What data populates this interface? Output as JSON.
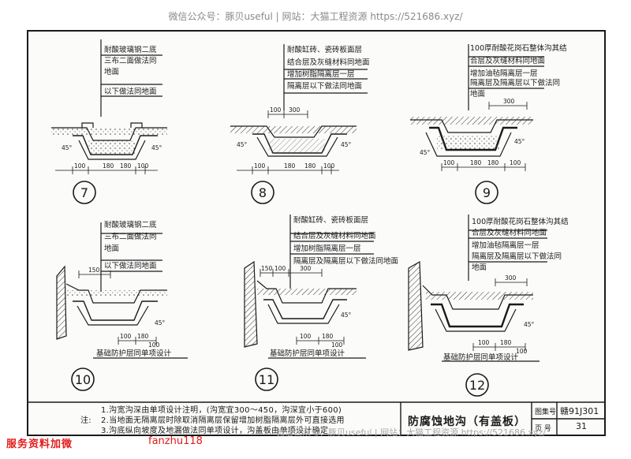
{
  "watermark_top": "微信公众号：豚贝useful  |  网站：大猫工程资源 https://521686.xyz/",
  "details": [
    {
      "number": "7",
      "labels": [
        "耐酸玻璃钢二底",
        "三布二面做法同",
        "地面",
        "以下做法同地面"
      ],
      "dims": [
        "100",
        "180",
        "180",
        "100"
      ],
      "angles": [
        "45°",
        "45°"
      ]
    },
    {
      "number": "8",
      "labels": [
        "耐酸缸砖、瓷砖板面层",
        "结合层及灰缝材料同地面",
        "增加树脂隔离层一层",
        "隔离层以下做法同地面"
      ],
      "dims": [
        "100",
        "300",
        "100",
        "180",
        "180",
        "100"
      ],
      "angles": [
        "45°",
        "45°"
      ]
    },
    {
      "number": "9",
      "labels": [
        "100厚耐酸花岗石整体沟其结",
        "合层及灰缝材料同地面",
        "增加油毡隔离层一层",
        "隔离层及隔离层以下做法同",
        "地面"
      ],
      "dims": [
        "300",
        "100",
        "180",
        "180",
        "100"
      ],
      "angles": [
        "45°",
        "45°"
      ]
    },
    {
      "number": "10",
      "labels": [
        "耐酸玻璃钢二底",
        "三布二面做法同",
        "地面",
        "以下做法同地面"
      ],
      "dims": [
        "150",
        "100",
        "180",
        "100"
      ],
      "angles": [
        "45°"
      ],
      "footer": "基础防护层同单项设计"
    },
    {
      "number": "11",
      "labels": [
        "耐酸缸砖、瓷砖板面层",
        "结合层及灰缝材料同地面",
        "增加树脂隔离层一层",
        "隔离层及隔离层以下做法同地面"
      ],
      "dims": [
        "150",
        "100",
        "300",
        "100",
        "180",
        "100"
      ],
      "angles": [
        "45°"
      ],
      "footer": "基础防护层同单项设计"
    },
    {
      "number": "12",
      "labels": [
        "100厚耐酸花岗石整体沟其结",
        "合层及灰缝材料同地面",
        "增加油毡隔离层一层",
        "隔离层及隔离层以下做法同",
        "地面"
      ],
      "dims": [
        "300",
        "100",
        "180",
        "100"
      ],
      "angles": [
        "45°"
      ],
      "footer": "基础防护层同单项设计"
    }
  ],
  "notes": {
    "label": "注:",
    "lines": [
      "1.沟宽沟深由单项设计注明，(沟宽宜300～450，沟深宜小于600)",
      "2.当地面无隔离层时除取消隔离层保留增加树脂隔离层外可直接选用",
      "3.沟底纵向坡度及地漏做法同单项设计，沟盖板由单项设计确定"
    ]
  },
  "title_block": {
    "title": "防腐蚀地沟（有盖板）",
    "atlas_label": "图集号",
    "atlas_value": "赣91J301",
    "page_label": "页  号",
    "page_value": "31"
  },
  "watermark_bottom_left": "服务资料加微",
  "watermark_bottom_mid": "fanzhu118",
  "watermark_bottom_site": "微信公众号：豚贝useful  |  网站：大猫工程资源 https://521686.xyz/"
}
